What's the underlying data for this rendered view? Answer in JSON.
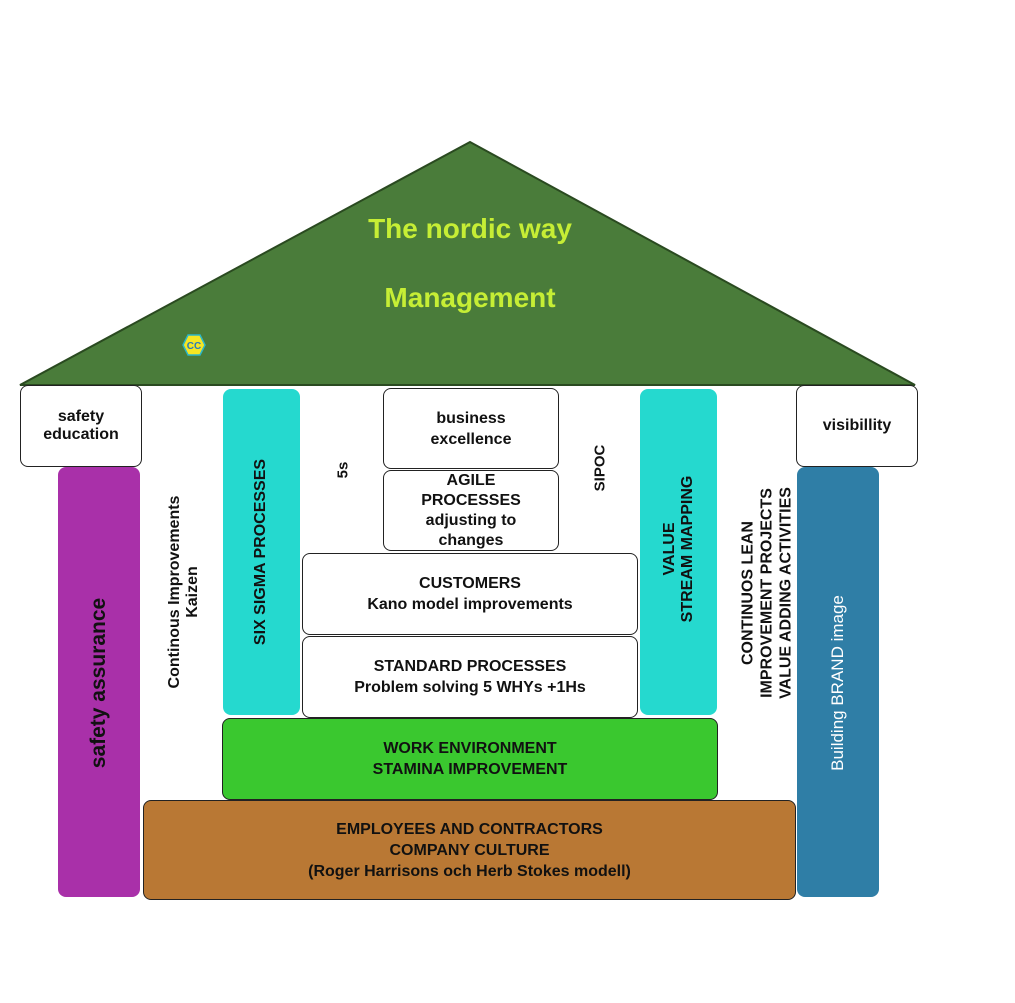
{
  "roof": {
    "title_line1": "The nordic  way",
    "title_line2": "Management",
    "logo_text": "CC"
  },
  "corners": {
    "left": [
      "safety",
      "education"
    ],
    "right": "visibillity"
  },
  "pillars": {
    "left_outer": "safety assurance",
    "right_outer": "Building BRAND image",
    "six_sigma": "SIX SIGMA PROCESSES",
    "value_stream": [
      "VALUE",
      "STREAM MAPPING"
    ]
  },
  "side_labels": {
    "continous": [
      "Continous Improvements",
      "Kaizen"
    ],
    "five_s": "5s",
    "sipoc": "SIPOC",
    "lean": [
      "CONTINUOS LEAN",
      "IMPROVEMENT PROJECTS",
      "VALUE ADDING ACTIVITIES"
    ]
  },
  "blocks": {
    "business": [
      "business",
      "excellence"
    ],
    "agile": [
      "AGILE",
      "PROCESSES",
      "adjusting to",
      "changes"
    ],
    "customers": [
      "CUSTOMERS",
      "Kano model improvements"
    ],
    "standard": [
      "STANDARD PROCESSES",
      "Problem solving 5 WHYs +1Hs"
    ],
    "work": [
      "WORK ENVIRONMENT",
      "STAMINA IMPROVEMENT"
    ],
    "employees": [
      "EMPLOYEES AND CONTRACTORS",
      "COMPANY CULTURE",
      "(Roger Harrisons och Herb Stokes modell)"
    ]
  },
  "colors": {
    "roof": "#4a7c3a",
    "roof_text": "#c6ee35",
    "magenta_pillar": "#a930a9",
    "blue_pillar": "#2f7ea6",
    "cyan_pillar": "#25d9cf",
    "work_green": "#3ac82f",
    "base_brown": "#b97834"
  }
}
